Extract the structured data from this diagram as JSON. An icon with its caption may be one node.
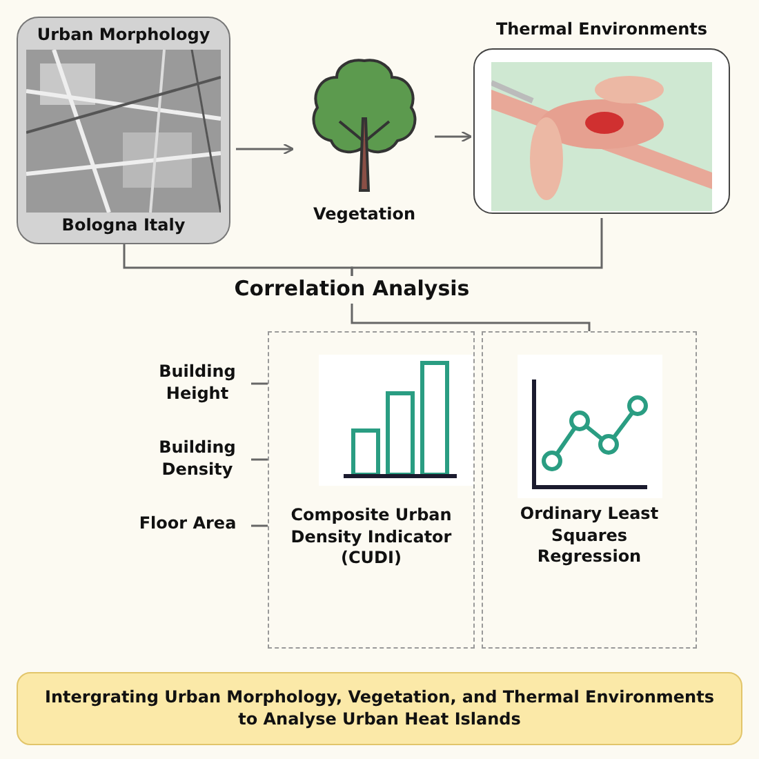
{
  "diagram": {
    "nodes": [
      {
        "text": [
          "Urban Morphology",
          "Bologna Italy"
        ]
      },
      {
        "text": [
          "Vegetation"
        ]
      },
      {
        "text": [
          "Thermal Environments"
        ]
      },
      {
        "text": [
          "Correlation Analysis"
        ]
      },
      {
        "text": [
          "Composite Urban Density Indicator (CUDI)"
        ]
      },
      {
        "text": [
          "Ordinary Least Squares Regression"
        ]
      },
      {
        "text": [
          "Building Height"
        ]
      },
      {
        "text": [
          "Building Density"
        ]
      },
      {
        "text": [
          "Floor Area"
        ]
      },
      {
        "text": [
          "Intergrating Urban Morphology, Vegetation, and Thermal Environments to Analyse Urban Heat Islands"
        ]
      }
    ],
    "edges": [
      {
        "from": 0,
        "to": 1,
        "arrow": "to"
      },
      {
        "from": 1,
        "to": 2,
        "arrow": "to"
      },
      {
        "from": 0,
        "to": 3,
        "arrow": "none"
      },
      {
        "from": 2,
        "to": 3,
        "arrow": "none"
      },
      {
        "from": 3,
        "to": 5,
        "arrow": "none"
      },
      {
        "from": 6,
        "to": 4,
        "arrow": "none"
      },
      {
        "from": 7,
        "to": 4,
        "arrow": "none"
      },
      {
        "from": 8,
        "to": 4,
        "arrow": "none"
      }
    ]
  }
}
